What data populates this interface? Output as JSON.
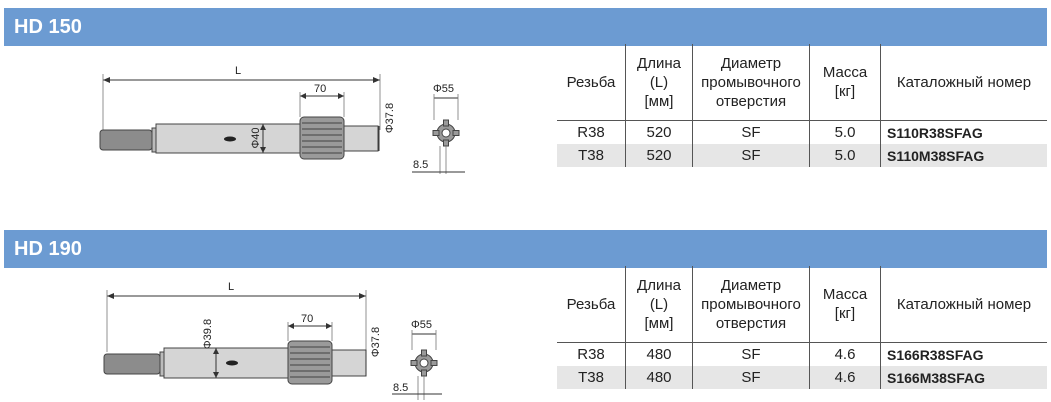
{
  "sections": [
    {
      "title": "HD 150",
      "drawing": {
        "length_label": "L",
        "dia_shank": "Φ40",
        "spline_len": "70",
        "dia_body": "Φ37.8",
        "dia_end": "Φ55",
        "offset": "8.5"
      },
      "table": {
        "headers": [
          "Резьба",
          "Длина\n(L)\n[мм]",
          "Диаметр\nпромывочного\nотверстия",
          "Масса\n[кг]",
          "Каталожный номер"
        ],
        "rows": [
          [
            "R38",
            "520",
            "SF",
            "5.0",
            "S110R38SFAG"
          ],
          [
            "T38",
            "520",
            "SF",
            "5.0",
            "S110M38SFAG"
          ]
        ]
      }
    },
    {
      "title": "HD 190",
      "drawing": {
        "length_label": "L",
        "dia_shank": "Φ39.8",
        "spline_len": "70",
        "dia_body": "Φ37.8",
        "dia_end": "Φ55",
        "offset": "8.5"
      },
      "table": {
        "headers": [
          "Резьба",
          "Длина\n(L)\n[мм]",
          "Диаметр\nпромывочного\nотверстия",
          "Масса\n[кг]",
          "Каталожный номер"
        ],
        "rows": [
          [
            "R38",
            "480",
            "SF",
            "4.6",
            "S166R38SFAG"
          ],
          [
            "T38",
            "480",
            "SF",
            "4.6",
            "S166M38SFAG"
          ]
        ]
      }
    }
  ]
}
